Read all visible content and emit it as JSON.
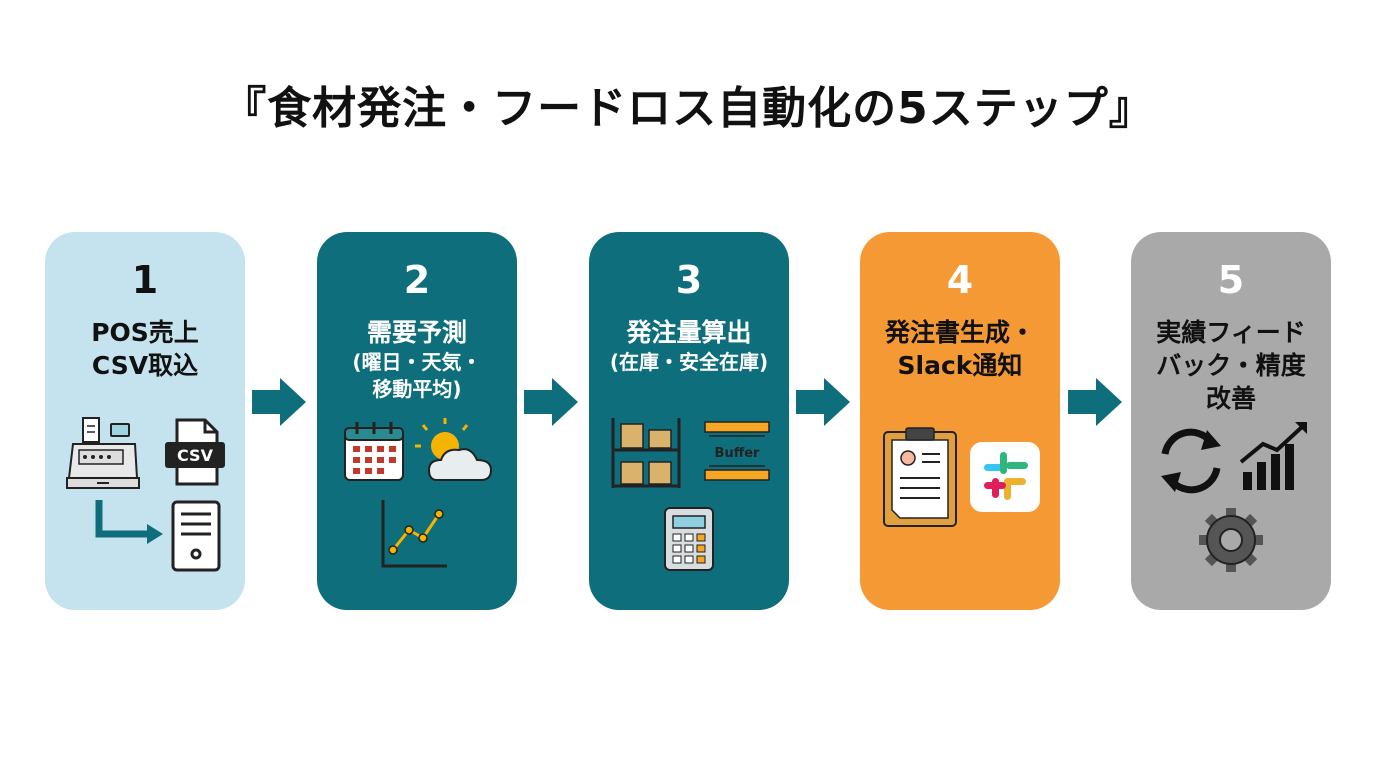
{
  "title": "『食材発注・フードロス自動化の5ステップ』",
  "colors": {
    "step1": "#c5e3ef",
    "step2": "#0f6e7c",
    "step3": "#0f6e7c",
    "step4": "#f49934",
    "step5": "#a9a9a9",
    "arrow": "#0f6e7c"
  },
  "steps": [
    {
      "num": "1",
      "line1": "POS売上",
      "line2": "CSV取込",
      "icons": [
        "cash-register-icon",
        "csv-file-icon",
        "arrow-right-icon",
        "server-icon"
      ],
      "csv_label": "CSV"
    },
    {
      "num": "2",
      "line1": "需要予測",
      "line2": "(曜日・天気・",
      "line3": "移動平均)",
      "icons": [
        "calendar-icon",
        "sun-cloud-icon",
        "line-chart-icon"
      ]
    },
    {
      "num": "3",
      "line1": "発注量算出",
      "line2": "(在庫・安全在庫)",
      "icons": [
        "shelf-boxes-icon",
        "buffer-icon",
        "calculator-icon"
      ],
      "buffer_label": "Buffer"
    },
    {
      "num": "4",
      "line1": "発注書生成・",
      "line2": "Slack通知",
      "icons": [
        "clipboard-icon",
        "slack-icon"
      ]
    },
    {
      "num": "5",
      "line1": "実績フィード",
      "line2": "バック・精度",
      "line3": "改善",
      "icons": [
        "refresh-icon",
        "growth-chart-icon",
        "gear-icon"
      ]
    }
  ]
}
